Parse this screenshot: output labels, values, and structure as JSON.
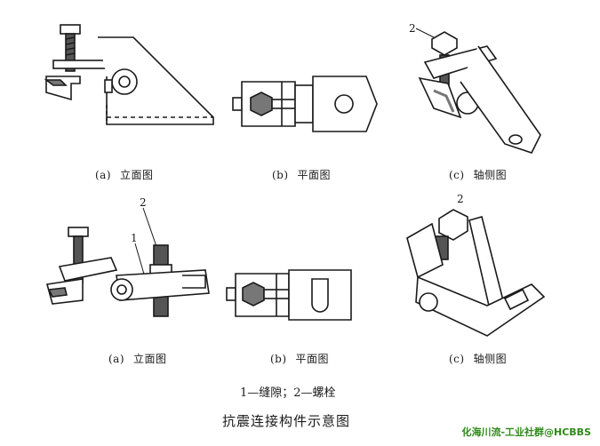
{
  "row1": {
    "a": {
      "tag": "(a)",
      "label": "立面图"
    },
    "b": {
      "tag": "(b)",
      "label": "平面图"
    },
    "c": {
      "tag": "(c)",
      "label": "轴侧图",
      "callout": "2"
    }
  },
  "row2": {
    "a": {
      "tag": "(a)",
      "label": "立面图",
      "callout_1": "1",
      "callout_2": "2"
    },
    "b": {
      "tag": "(b)",
      "label": "平面图"
    },
    "c": {
      "tag": "(c)",
      "label": "轴侧图",
      "callout": "2"
    }
  },
  "legend": "1—缝隙；2—螺栓",
  "title": "抗震连接构件示意图",
  "watermark": "化海川流-工业社群@HCBBS",
  "colors": {
    "ink": "#1a1a1a",
    "watermark": "#2f8a1a"
  }
}
